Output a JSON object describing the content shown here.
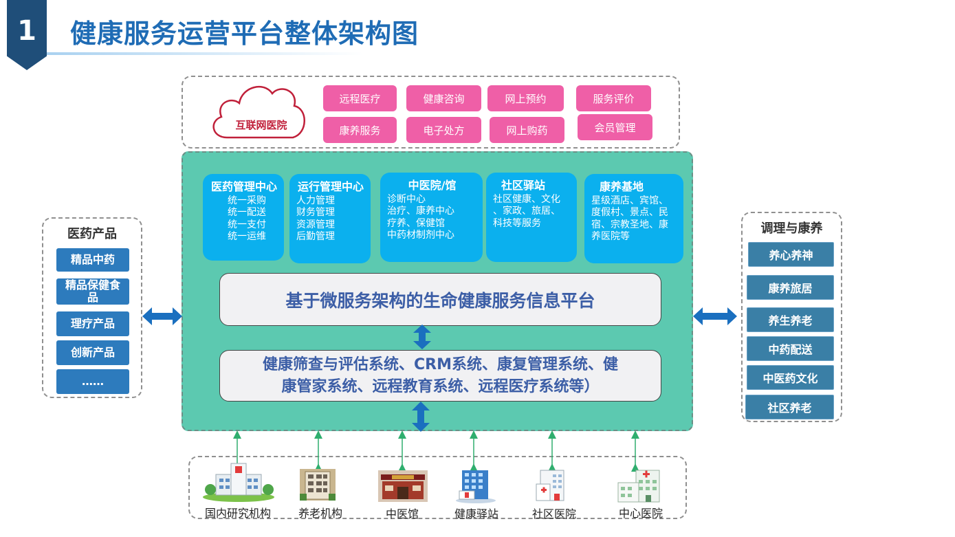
{
  "header": {
    "number": "1",
    "title": "健康服务运营平台整体架构图"
  },
  "internet_hospital": {
    "cloud_label": "互联网医院",
    "services": [
      "远程医疗",
      "健康咨询",
      "网上预约",
      "服务评价",
      "康养服务",
      "电子处方",
      "网上购药",
      "会员管理"
    ]
  },
  "centers": [
    {
      "title": "医药管理中心",
      "lines": [
        "统一采购",
        "统一配送",
        "统一支付",
        "统一运维"
      ]
    },
    {
      "title": "运行管理中心",
      "lines": [
        "人力管理",
        "财务管理",
        "资源管理",
        "后勤管理"
      ]
    },
    {
      "title": "中医院/馆",
      "lines": [
        "诊断中心",
        "治疗、康养中心",
        "疗养、保健馆",
        "中药材制剂中心"
      ]
    },
    {
      "title": "社区驿站",
      "lines": [
        "社区健康、文化",
        "、家政、旅居、",
        "科技等服务"
      ]
    },
    {
      "title": "康养基地",
      "lines": [
        "星级酒店、宾馆、",
        "度假村、景点、民",
        "宿、宗教圣地、康",
        "养医院等"
      ]
    }
  ],
  "platform": {
    "main": "基于微服务架构的生命健康服务信息平台",
    "systems_line1": "健康筛查与评估系统、CRM系统、康复管理系统、健",
    "systems_line2": "康管家系统、远程教育系统、远程医疗系统等）"
  },
  "left_panel": {
    "title": "医药产品",
    "items": [
      "精品中药",
      "精品保健食品",
      "理疗产品",
      "创新产品",
      "……"
    ]
  },
  "right_panel": {
    "title": "调理与康养",
    "items": [
      "养心养神",
      "康养旅居",
      "养生养老",
      "中药配送",
      "中医药文化",
      "社区养老"
    ]
  },
  "facilities": [
    "国内研究机构",
    "养老机构",
    "中医馆",
    "健康驿站",
    "社区医院",
    "中心医院"
  ],
  "colors": {
    "header_blue": "#1f4e79",
    "title_blue": "#1f6cb5",
    "pink": "#ef5fa7",
    "teal": "#5cc9b0",
    "cyan": "#0bb0ee",
    "platform_text": "#3c5ea6",
    "side_blue": "#2d7bbd",
    "arrow_blue": "#1a6fbf",
    "line_green": "#2fae6e"
  }
}
